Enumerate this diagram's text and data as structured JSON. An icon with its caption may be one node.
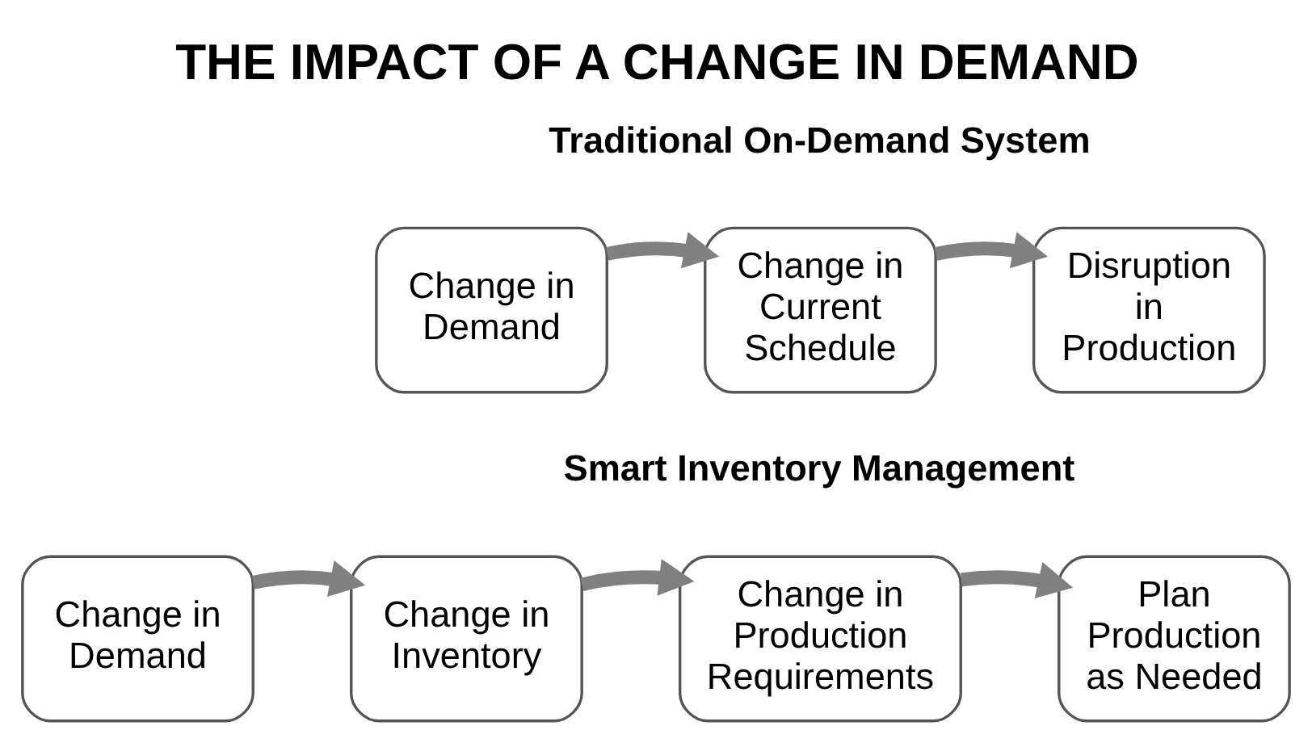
{
  "diagram": {
    "title": "THE IMPACT OF A CHANGE IN DEMAND",
    "nodes": [
      {
        "text": [
          "Change in Demand"
        ]
      },
      {
        "text": [
          "Change in Current Schedule"
        ]
      },
      {
        "text": [
          "Disruption in Production"
        ]
      },
      {
        "text": [
          "Change in Demand"
        ]
      },
      {
        "text": [
          "Change in Inventory"
        ]
      },
      {
        "text": [
          "Change in Production Requirements"
        ]
      },
      {
        "text": [
          "Plan Production as Needed"
        ]
      }
    ],
    "edges": [
      {
        "from": 0,
        "to": 1,
        "arrow": "to"
      },
      {
        "from": 1,
        "to": 2,
        "arrow": "to"
      },
      {
        "from": 3,
        "to": 4,
        "arrow": "to"
      },
      {
        "from": 4,
        "to": 5,
        "arrow": "to"
      },
      {
        "from": 5,
        "to": 6,
        "arrow": "to"
      }
    ],
    "labels": [
      "Traditional On-Demand System",
      "Smart Inventory Management"
    ]
  }
}
